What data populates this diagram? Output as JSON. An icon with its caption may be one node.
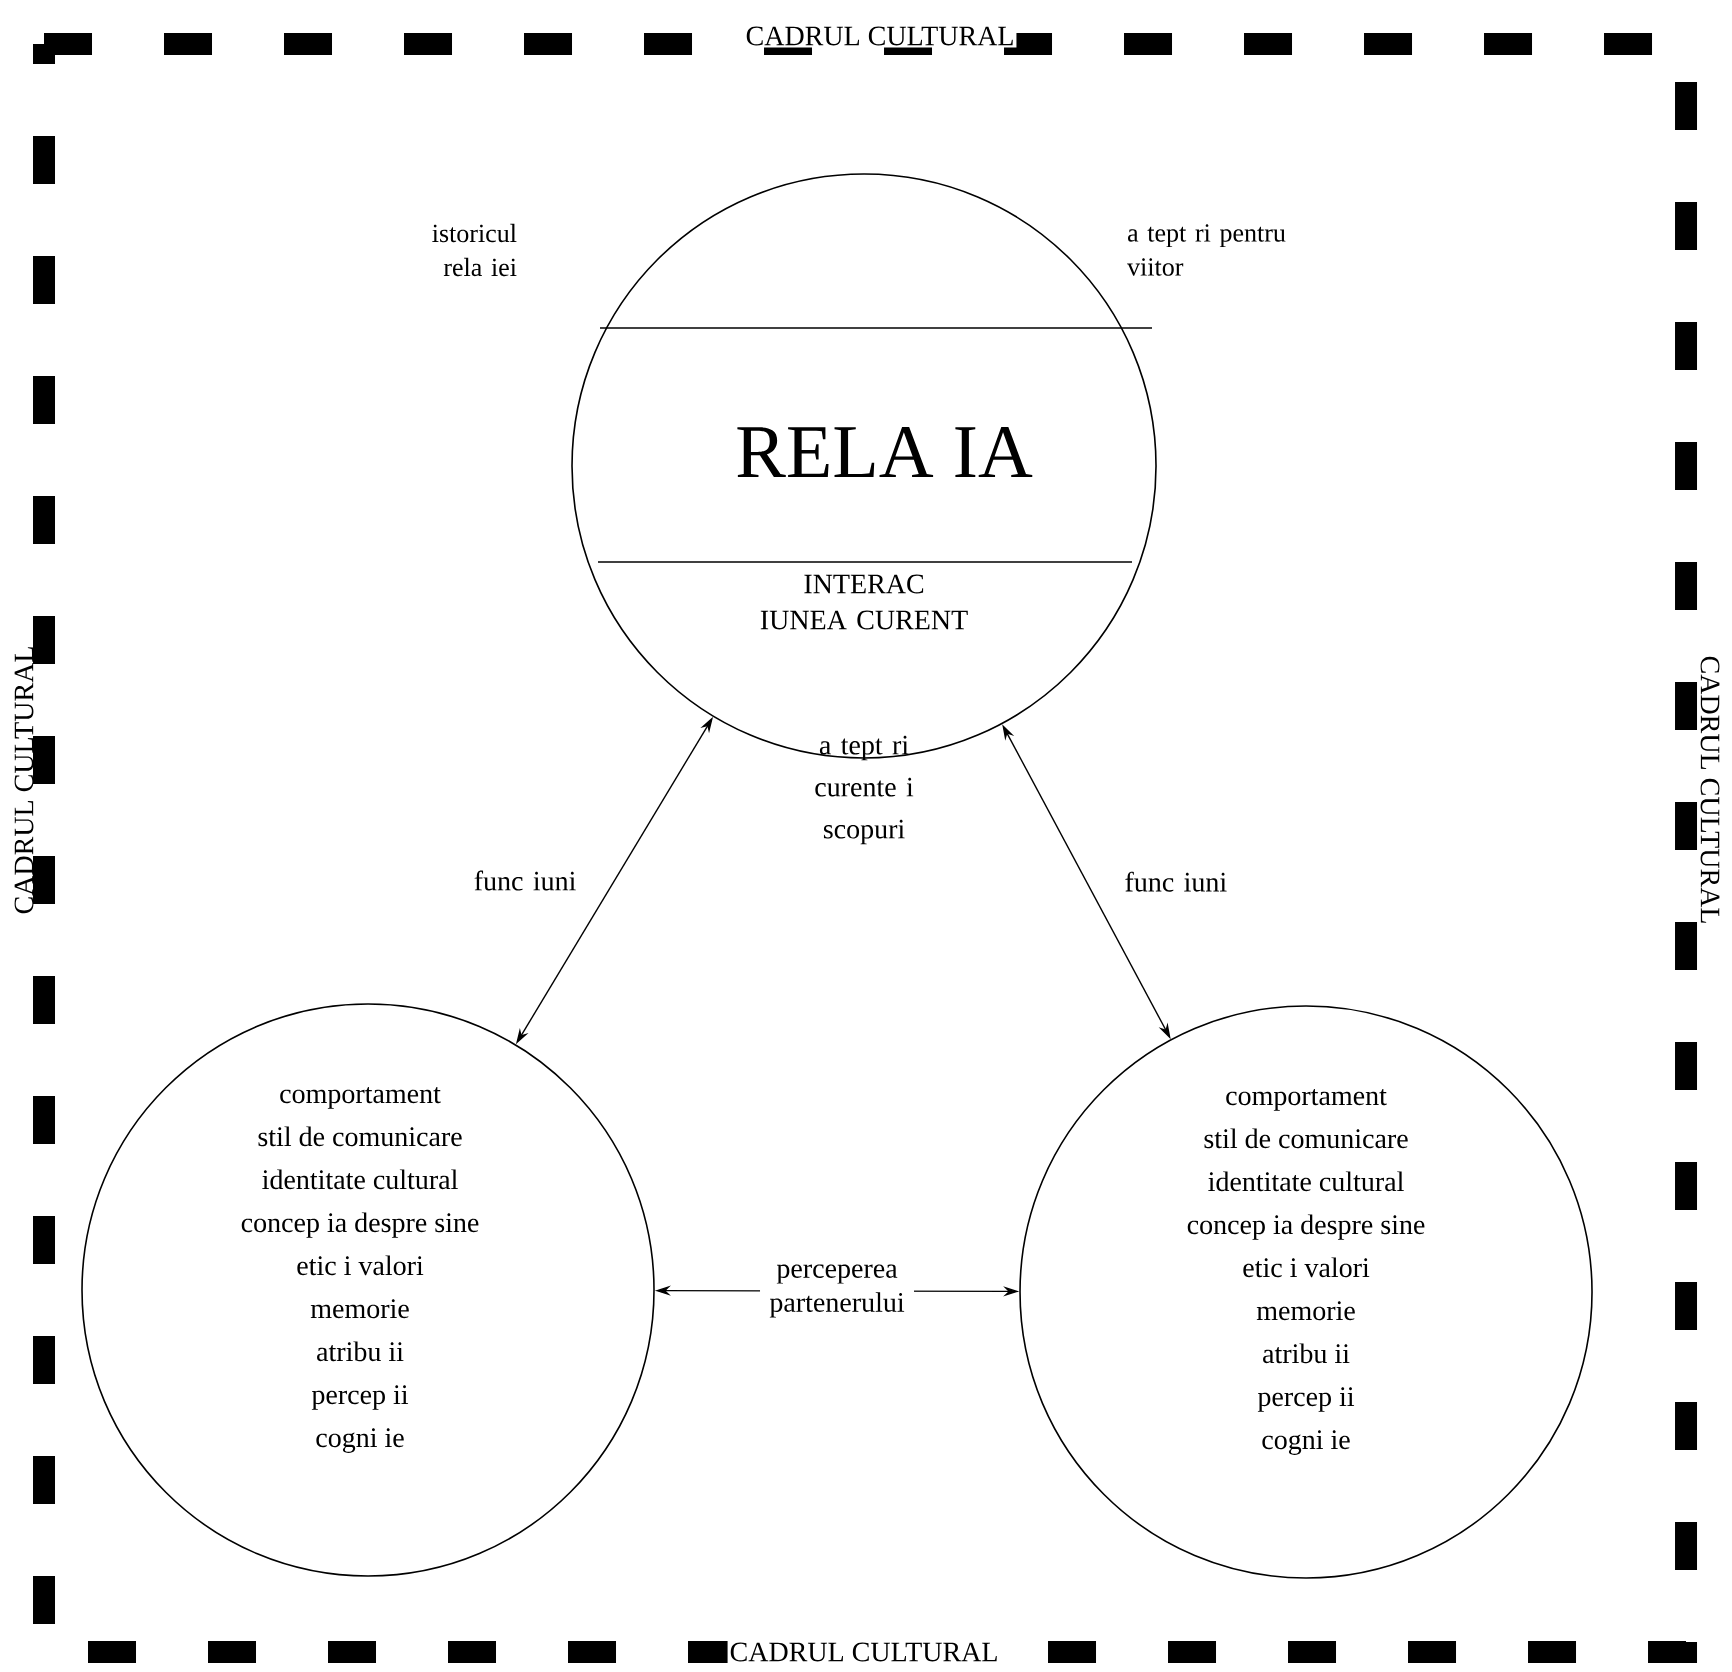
{
  "diagram": {
    "nodes": [
      {
        "text": [
          "RELA IA",
          "INTERAC IUNEA CURENT"
        ],
        "beside": [
          "istoricul rela iei",
          "a tept ri pentru viitor"
        ]
      },
      {
        "text": [
          "comportament",
          "stil de comunicare",
          "identitate cultural",
          "concep ia despre sine",
          "etic    i valori",
          "memorie",
          "atribu ii",
          "percep ii",
          "cogni ie"
        ]
      },
      {
        "text": [
          "comportament",
          "stil de comunicare",
          "identitate cultural",
          "concep ia despre sine",
          "etic    i valori",
          "memorie",
          "atribu ii",
          "percep ii",
          "cogni ie"
        ]
      }
    ],
    "edges": [
      {
        "from": 0,
        "to": 1,
        "arrow": "both",
        "label": "func iuni"
      },
      {
        "from": 0,
        "to": 2,
        "arrow": "both",
        "label": "func iuni"
      },
      {
        "from": 1,
        "to": 2,
        "arrow": "both",
        "label": "perceperea partenerului"
      }
    ],
    "labels": [
      "CADRUL CULTURAL",
      "CADRUL CULTURAL",
      "CADRUL CULTURAL",
      "a tept ri curente i scopuri",
      "CADRUL CULTURAL"
    ]
  }
}
